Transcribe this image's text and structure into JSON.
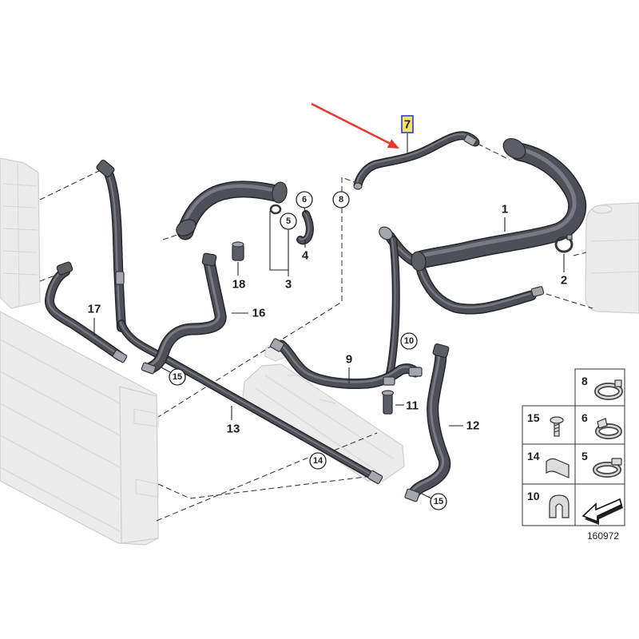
{
  "callouts": {
    "hose_1": "1",
    "clamp_2": "2",
    "part_3": "3",
    "part_4": "4",
    "part_5": "5",
    "part_6": "6",
    "hose_7": "7",
    "part_8": "8",
    "hose_9": "9",
    "hose_10": "10",
    "part_11": "11",
    "hose_12": "12",
    "pipe_13": "13",
    "part_14": "14",
    "clip_15_upper": "15",
    "clip_15_lower": "15",
    "hose_16": "16",
    "hose_17": "17",
    "part_18": "18"
  },
  "legend": {
    "cell_8": "8",
    "cell_15": "15",
    "cell_6": "6",
    "cell_14": "14",
    "cell_5": "5",
    "cell_10": "10"
  },
  "diagram_number": "160972",
  "colors": {
    "hose": "#4d5058",
    "hose_highlight": "#9a9da5",
    "ghost_part": "#ececec",
    "highlight_fill": "#f3e36a",
    "highlight_border": "#2b3cc4",
    "arrow": "#e63a2e"
  }
}
